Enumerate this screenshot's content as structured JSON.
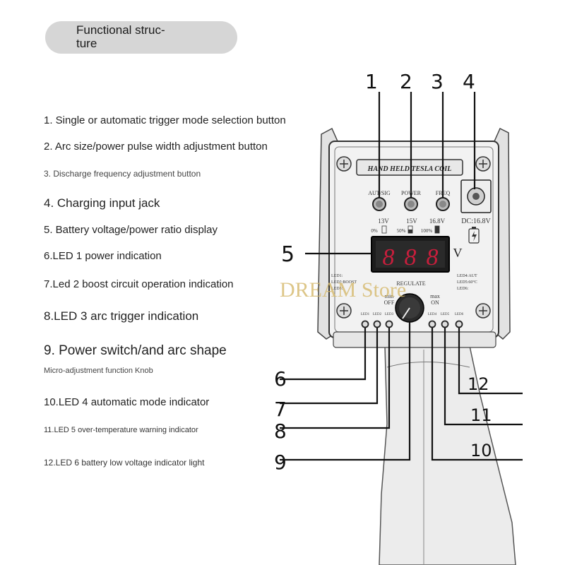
{
  "title": "Functional struc-\nture",
  "legend": [
    "1. Single or automatic trigger mode selection button",
    "2. Arc size/power pulse width adjustment button",
    "3. Discharge frequency adjustment button",
    "4. Charging input jack",
    "5. Battery voltage/power ratio display",
    "6.LED 1 power indication",
    "7.Led 2 boost circuit operation indication",
    "8.LED 3 arc trigger indication",
    "9. Power switch/and arc shape",
    "Micro-adjustment function Knob",
    "10.LED 4 automatic mode indicator",
    "11.LED 5 over-temperature warning indicator",
    "12.LED 6 battery low voltage indicator light"
  ],
  "callouts": [
    "1",
    "2",
    "3",
    "4",
    "5",
    "6",
    "7",
    "8",
    "9",
    "10",
    "11",
    "12"
  ],
  "device": {
    "brand_plate": "HAND HELD TESLA COIL",
    "buttons": [
      "AUT/SIG",
      "POWER",
      "FREQ"
    ],
    "charger_label": "DC:16.8V",
    "voltages": [
      "13V",
      "15V",
      "16.8V"
    ],
    "ratios": [
      "0%",
      "50%",
      "100%"
    ],
    "display_digits": [
      "8",
      "8",
      "8"
    ],
    "display_unit": "V",
    "knob_label": "REGULATE",
    "knob_min": "min",
    "knob_off": "OFF",
    "knob_max": "max",
    "knob_on": "ON",
    "led_left_labels": [
      "LED1:",
      "LED2:BOOST",
      "LED3:"
    ],
    "led_right_labels": [
      "LED4:AUT",
      "LED5:60°C",
      "LED6:"
    ],
    "led_row_labels": [
      "LED1",
      "LED2",
      "LED3",
      "LED4",
      "LED5",
      "LED6"
    ]
  },
  "watermark": "DREAM Store",
  "colors": {
    "pill": "#d6d6d6",
    "watermark": "#d4b86a",
    "display_digits": "#c81e3c",
    "device_face": "#f2f2f2"
  }
}
